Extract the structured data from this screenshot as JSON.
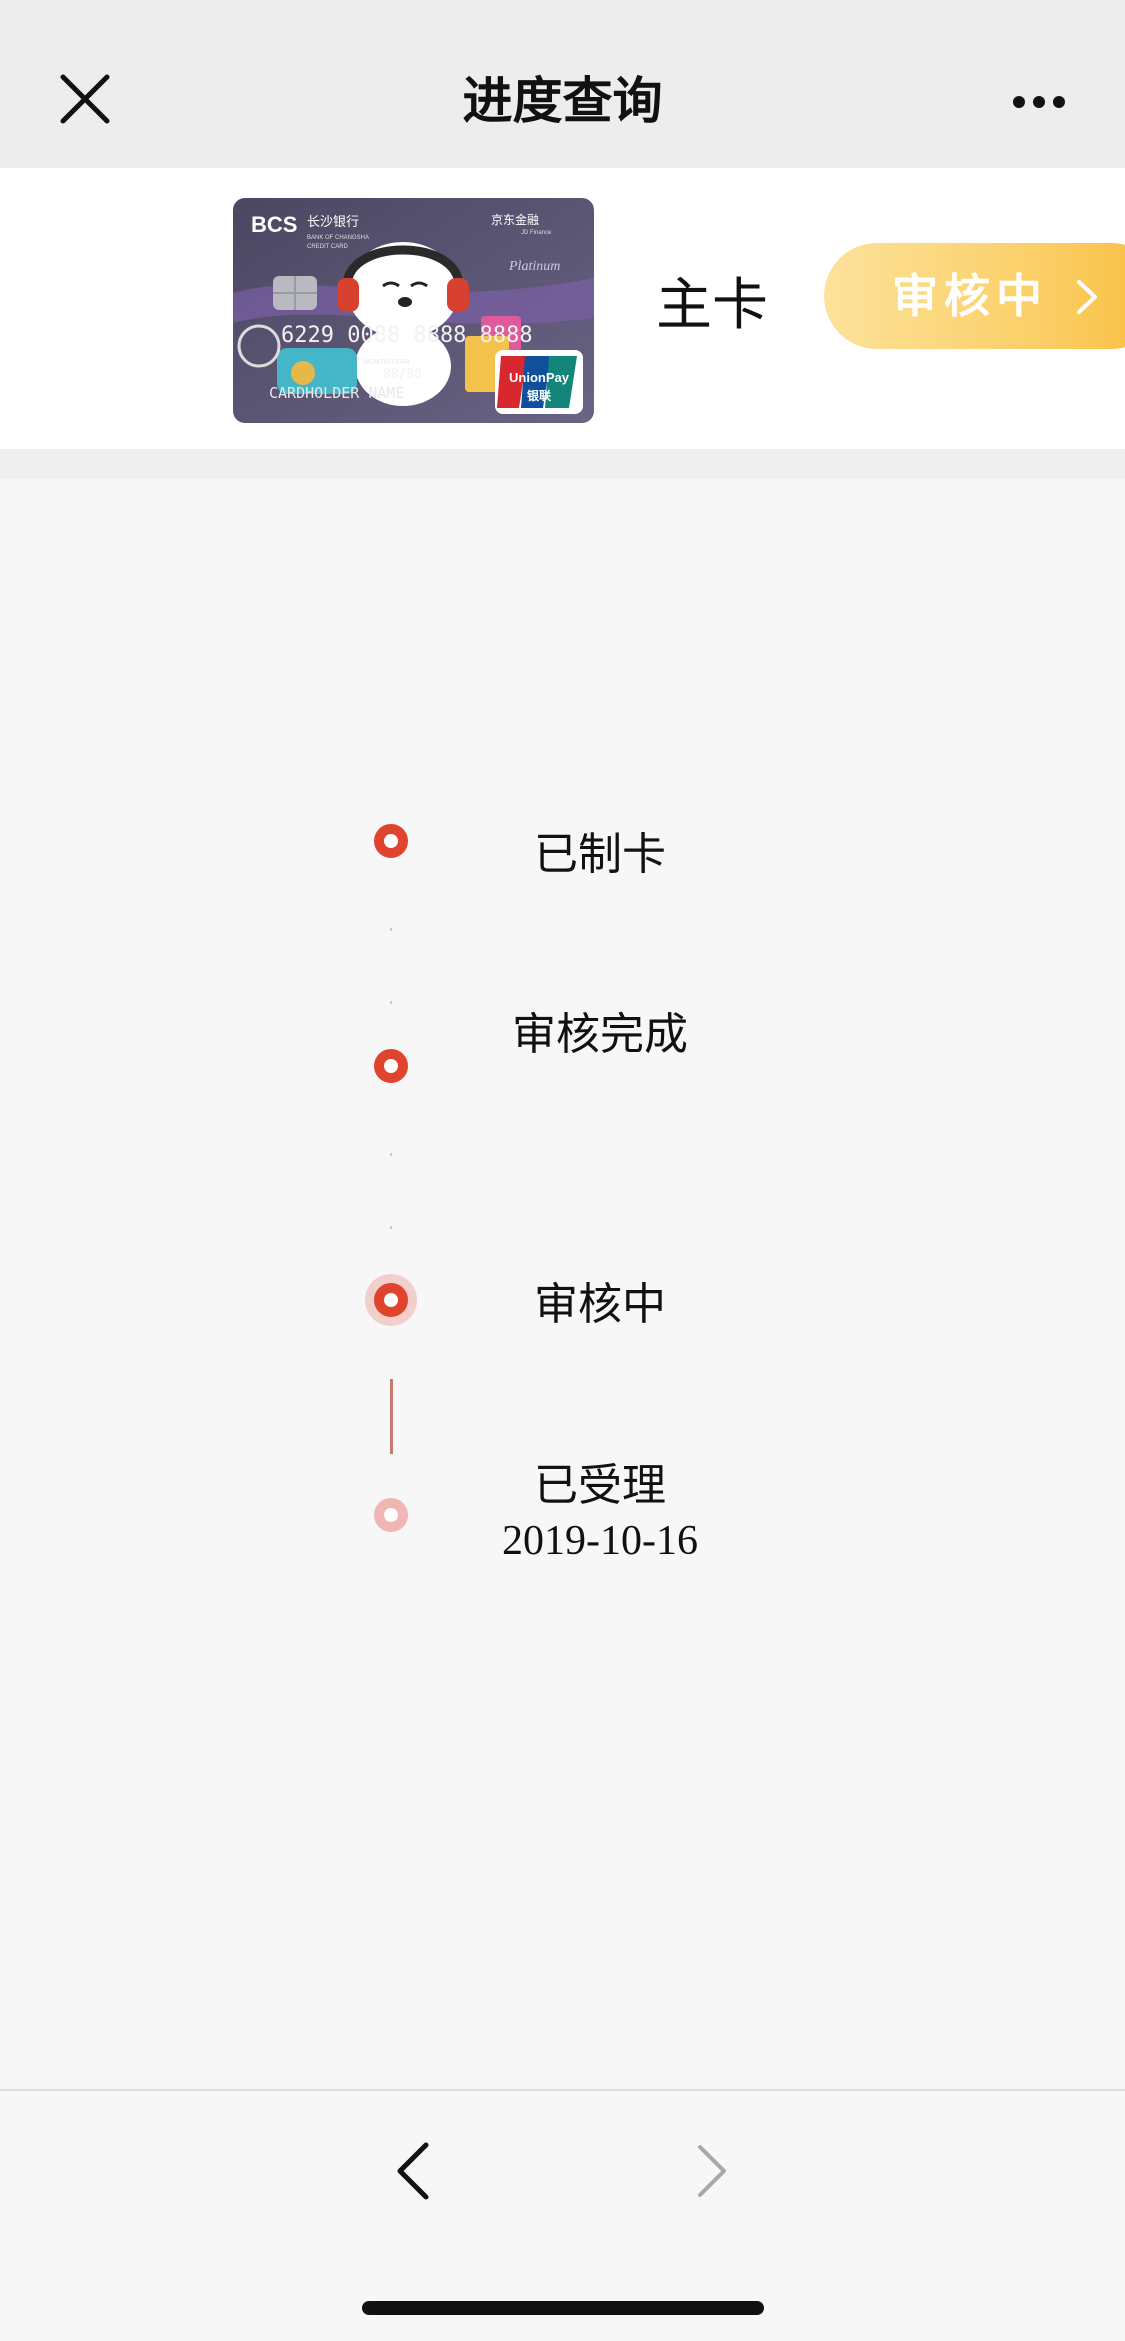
{
  "nav": {
    "title": "进度查询",
    "close_icon": "close-icon",
    "more_icon": "more-dots-icon"
  },
  "card": {
    "bank_name": "长沙银行",
    "bank_abbr": "BCS",
    "bank_english": "BANK OF CHANGSHA",
    "card_kind": "CREDIT CARD",
    "partner": "京东金融",
    "partner_english": "JD Finance",
    "tier": "Platinum",
    "number": "6229 0088 8888 8888",
    "valid_label": "MONTH/YEAR",
    "valid_value": "88/88",
    "holder": "CARDHOLDER NAME",
    "network": "UnionPay",
    "network_cn": "银联",
    "type_label": "主卡",
    "status_label": "审核中",
    "colors": {
      "pill_start": "#fde29b",
      "pill_end": "#f9be3f",
      "card_bg": "#5b5570"
    }
  },
  "timeline": {
    "accent": "#e0432e",
    "steps": [
      {
        "label": "已制卡",
        "state": "done"
      },
      {
        "label": "审核完成",
        "state": "done"
      },
      {
        "label": "审核中",
        "state": "current"
      },
      {
        "label": "已受理",
        "date": "2019-10-16",
        "state": "pending"
      }
    ]
  },
  "toolbar": {
    "back_icon": "chevron-left-icon",
    "forward_icon": "chevron-right-icon"
  }
}
